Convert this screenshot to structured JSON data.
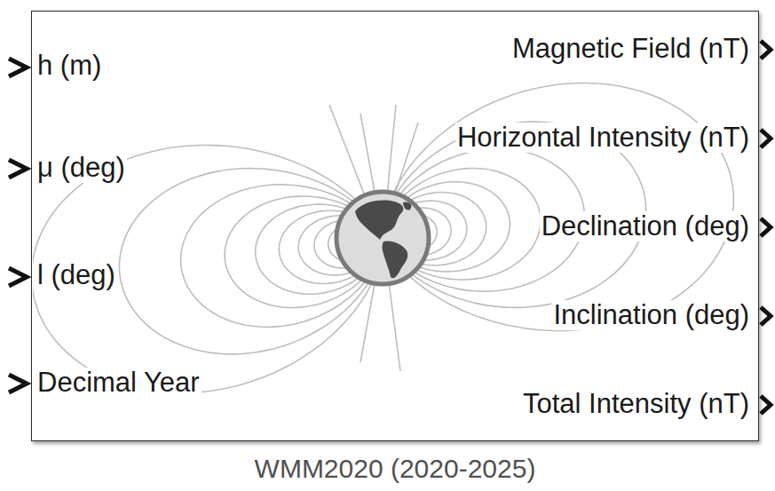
{
  "diagram": {
    "caption": "WMM2020 (2020-2025)",
    "nodes": [
      {
        "text": [
          "h (m)",
          "μ (deg)",
          "l (deg)",
          "Decimal Year",
          "Magnetic Field (nT)",
          "Horizontal Intensity (nT)",
          "Declination (deg)",
          "Inclination (deg)",
          "Total Intensity (nT)"
        ]
      }
    ]
  }
}
